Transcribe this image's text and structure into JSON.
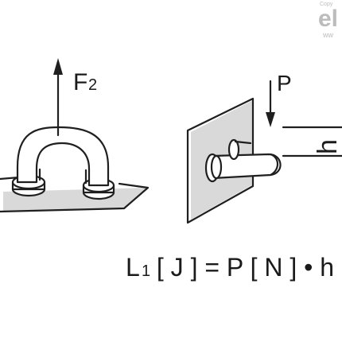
{
  "watermark": {
    "small": "Copy",
    "logo": "el",
    "sub": "ww"
  },
  "force_label": {
    "symbol": "F",
    "sub": "2"
  },
  "load_label": {
    "symbol": "P"
  },
  "lever_label": {
    "symbol": "h"
  },
  "formula": {
    "L": "L",
    "L_sub": "1",
    "rest": " [ J ] = P [ N ] • h [ r"
  },
  "colors": {
    "line": "#1f1f1f",
    "shade": "#d9d9d9",
    "watermark": "#bcbcbc"
  },
  "icons": [
    "u-handle-icon",
    "wall-bracket-icon",
    "force-arrow-icon"
  ]
}
